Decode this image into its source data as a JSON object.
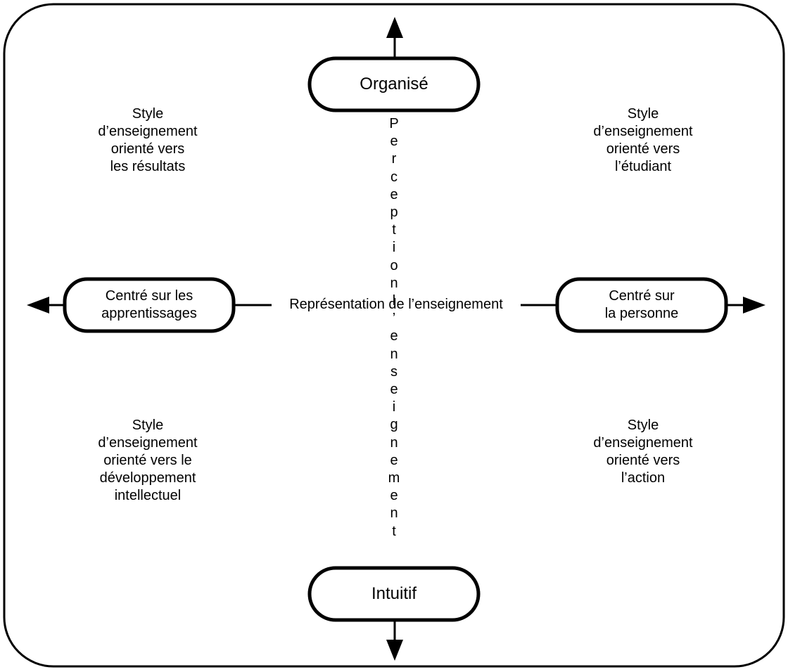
{
  "poles": {
    "top": "Organisé",
    "bottom": "Intuitif",
    "left": "Centré sur les\napprentissages",
    "right": "Centré sur\nla personne"
  },
  "axes": {
    "horizontal_label": "Représentation de l’enseignement",
    "vertical_label": "Perception l’enseignement"
  },
  "quadrants": {
    "top_left": "Style\nd’enseignement\norienté vers\nles résultats",
    "top_right": "Style\nd’enseignement\norienté vers\nl’étudiant",
    "bottom_left": "Style\nd’enseignement\norienté vers le\ndéveloppement\nintellectuel",
    "bottom_right": "Style\nd’enseignement\norienté vers\nl’action"
  }
}
